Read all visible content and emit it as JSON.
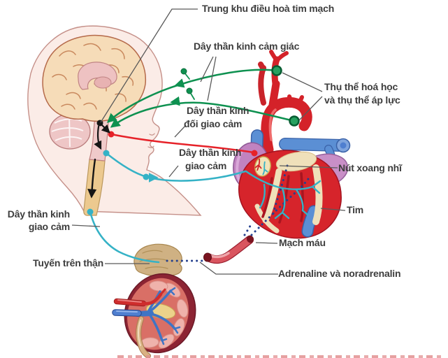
{
  "figure": {
    "labels": {
      "cardio_center": "Trung khu điều hoà tim mạch",
      "sensory_nerve": "Dây thần kinh cảm giác",
      "receptors_1": "Thụ thể hoá học",
      "receptors_2": "và thụ thể áp lực",
      "parasympathetic_1": "Dây thần kinh",
      "parasympathetic_2": "đối giao cảm",
      "sympathetic_mid_1": "Dây thần kinh",
      "sympathetic_mid_2": "giao cảm",
      "sa_node": "Nút xoang nhĩ",
      "heart": "Tim",
      "blood_vessel": "Mạch máu",
      "sympathetic_left_1": "Dây thần kinh",
      "sympathetic_left_2": "giao cảm",
      "adrenal_gland": "Tuyến trên thận",
      "hormones": "Adrenaline và noradrenalin"
    },
    "colors": {
      "sensory_nerve": "#0e9150",
      "parasympathetic_nerve": "#e62229",
      "sympathetic_nerve": "#35b2c6",
      "hormone_dotted": "#24408e",
      "pointer": "#5a5a5a",
      "text": "#3d3d3d"
    }
  }
}
